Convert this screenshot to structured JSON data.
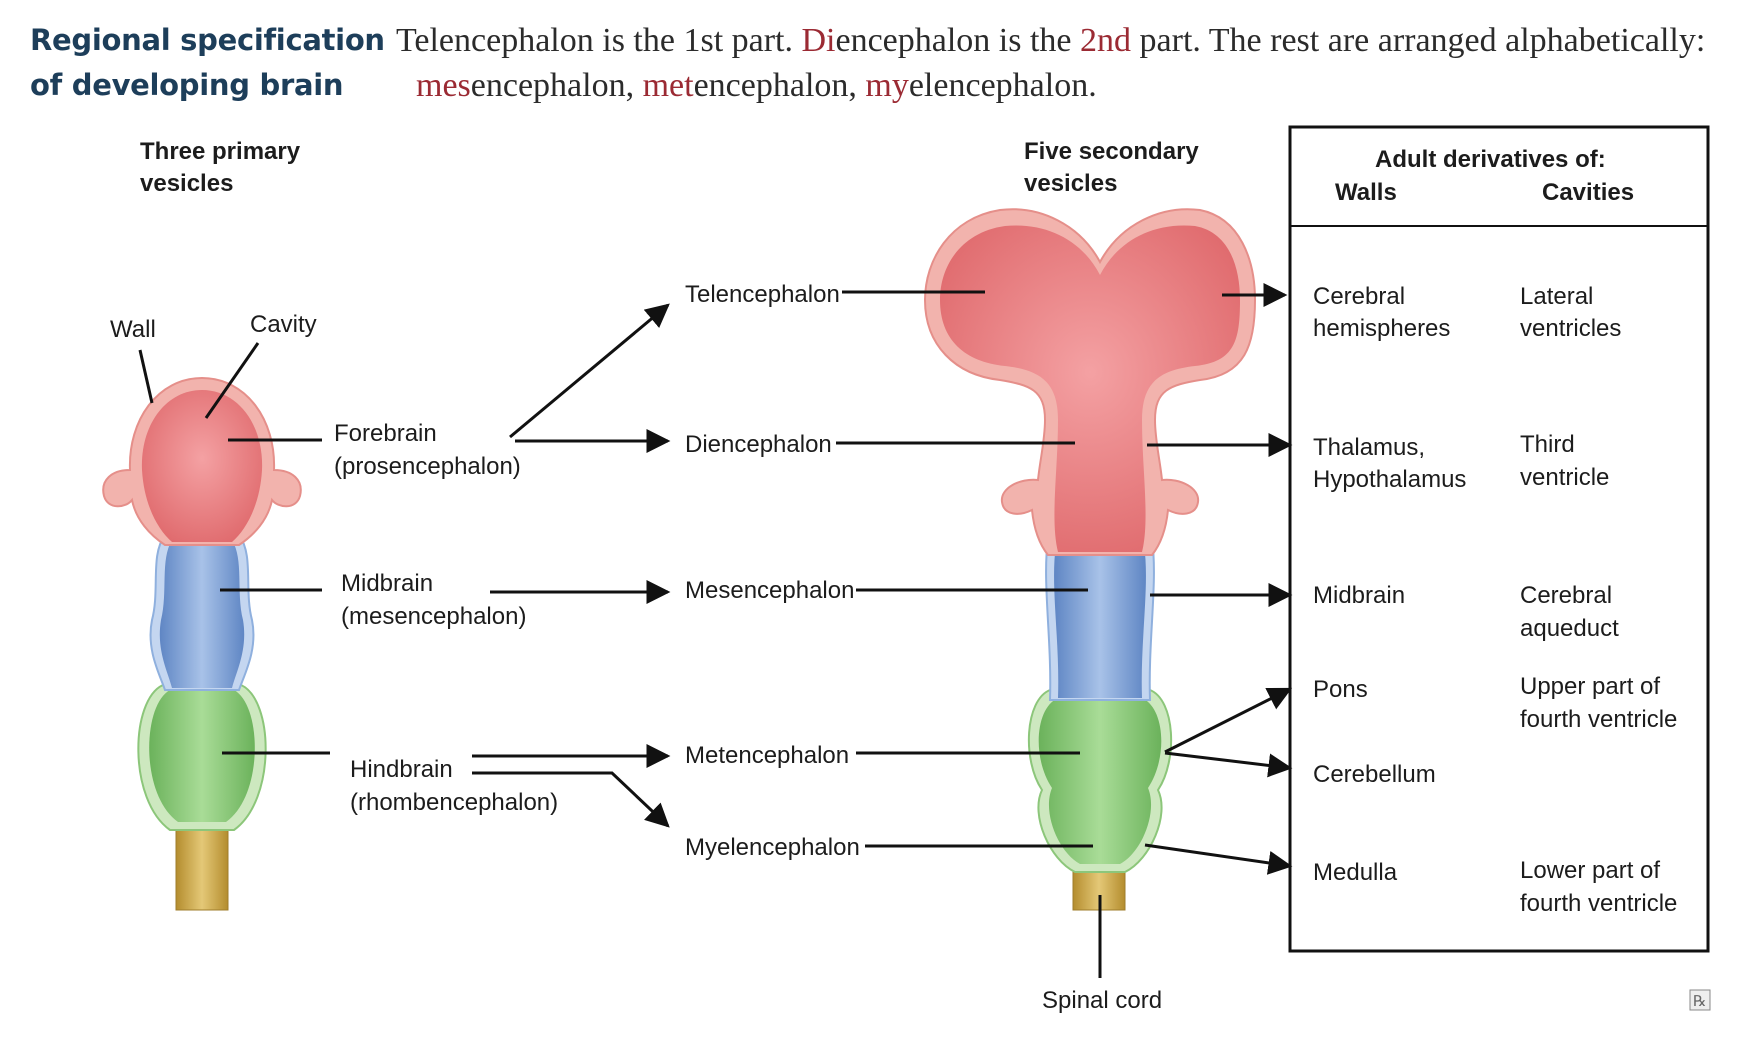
{
  "heading": {
    "line1": "Regional specification",
    "line2": "of developing brain"
  },
  "intro": {
    "part1_a": "Telencephalon is the 1st part. ",
    "part1_hl": "Di",
    "part1_b": "encephalon is the ",
    "part1_hl2": "2nd",
    "part1_c": " part. The rest are arranged alphabetically:",
    "part2_hl1": "mes",
    "part2_a": "encephalon, ",
    "part2_hl2": "met",
    "part2_b": "encephalon, ",
    "part2_hl3": "my",
    "part2_c": "elencephalon."
  },
  "primary": {
    "title1": "Three primary",
    "title2": "vesicles",
    "wall": "Wall",
    "cavity": "Cavity",
    "forebrain1": "Forebrain",
    "forebrain2": "(prosencephalon)",
    "midbrain1": "Midbrain",
    "midbrain2": "(mesencephalon)",
    "hindbrain1": "Hindbrain",
    "hindbrain2": "(rhombencephalon)"
  },
  "secondary": {
    "title1": "Five secondary",
    "title2": "vesicles",
    "telencephalon": "Telencephalon",
    "diencephalon": "Diencephalon",
    "mesencephalon": "Mesencephalon",
    "metencephalon": "Metencephalon",
    "myelencephalon": "Myelencephalon",
    "spinal_cord": "Spinal cord"
  },
  "table": {
    "title": "Adult derivatives of:",
    "col_walls": "Walls",
    "col_cavities": "Cavities",
    "rows": [
      {
        "wall1": "Cerebral",
        "wall2": "hemispheres",
        "cav1": "Lateral",
        "cav2": "ventricles"
      },
      {
        "wall1": "Thalamus,",
        "wall2": "Hypothalamus",
        "cav1": "Third",
        "cav2": "ventricle"
      },
      {
        "wall1": "Midbrain",
        "wall2": "",
        "cav1": "Cerebral",
        "cav2": "aqueduct"
      },
      {
        "wall1": "Pons",
        "wall2": "",
        "cav1": "Upper part of",
        "cav2": "fourth ventricle"
      },
      {
        "wall1": "Cerebellum",
        "wall2": "",
        "cav1": "",
        "cav2": ""
      },
      {
        "wall1": "Medulla",
        "wall2": "",
        "cav1": "Lower part of",
        "cav2": "fourth ventricle"
      }
    ]
  },
  "colors": {
    "forebrain": "#e06b6e",
    "forebrain_wall": "#f2b3ad",
    "midbrain": "#6d95cf",
    "hindbrain": "#7cc06c",
    "spinal": "#c9a445",
    "heading": "#1d3e5a",
    "highlight": "#9b2a33"
  }
}
